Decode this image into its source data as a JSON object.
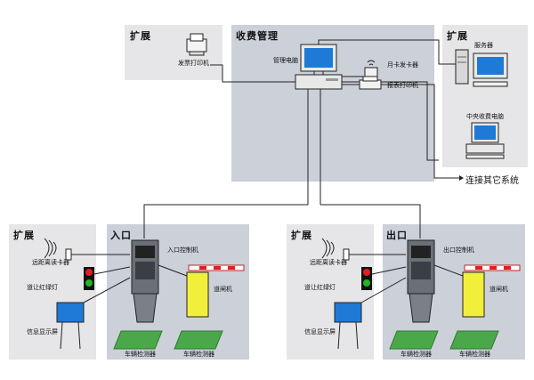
{
  "panels": {
    "top_left_ext": {
      "title": "扩展",
      "printer_label": "发票打印机"
    },
    "center": {
      "title": "收费管理",
      "computer_label": "管理电脑",
      "card_issuer_label": "月卡发卡器",
      "report_printer_label": "报表打印机"
    },
    "top_right_ext": {
      "title": "扩展",
      "server_label": "服务器",
      "central_pc_label": "中央收费电脑"
    },
    "bottom_left_ext": {
      "title": "扩展",
      "reader_label": "远距离读卡器",
      "light_label": "道让红绿灯",
      "display_label": "信息显示屏"
    },
    "entrance": {
      "title": "入口",
      "controller_label": "入口控制机",
      "gate_label": "道闸机",
      "detector1_label": "车辆检测器",
      "detector2_label": "车辆检测器"
    },
    "bottom_mid_ext": {
      "title": "扩展",
      "reader_label": "远距离读卡器",
      "light_label": "道让红绿灯",
      "display_label": "信息显示屏"
    },
    "exit": {
      "title": "出口",
      "controller_label": "出口控制机",
      "gate_label": "道闸机",
      "detector1_label": "车辆检测器",
      "detector2_label": "车辆检测器"
    }
  },
  "connect_other": "连接其它系统",
  "colors": {
    "panel": "#e6e6e8",
    "panel_dark": "#ccd0d8",
    "screen": "#1e7ad6",
    "gate_yellow": "#f2ef3a",
    "detector_green": "#4aa84a",
    "light_red": "#e02020",
    "light_green": "#22b622"
  }
}
